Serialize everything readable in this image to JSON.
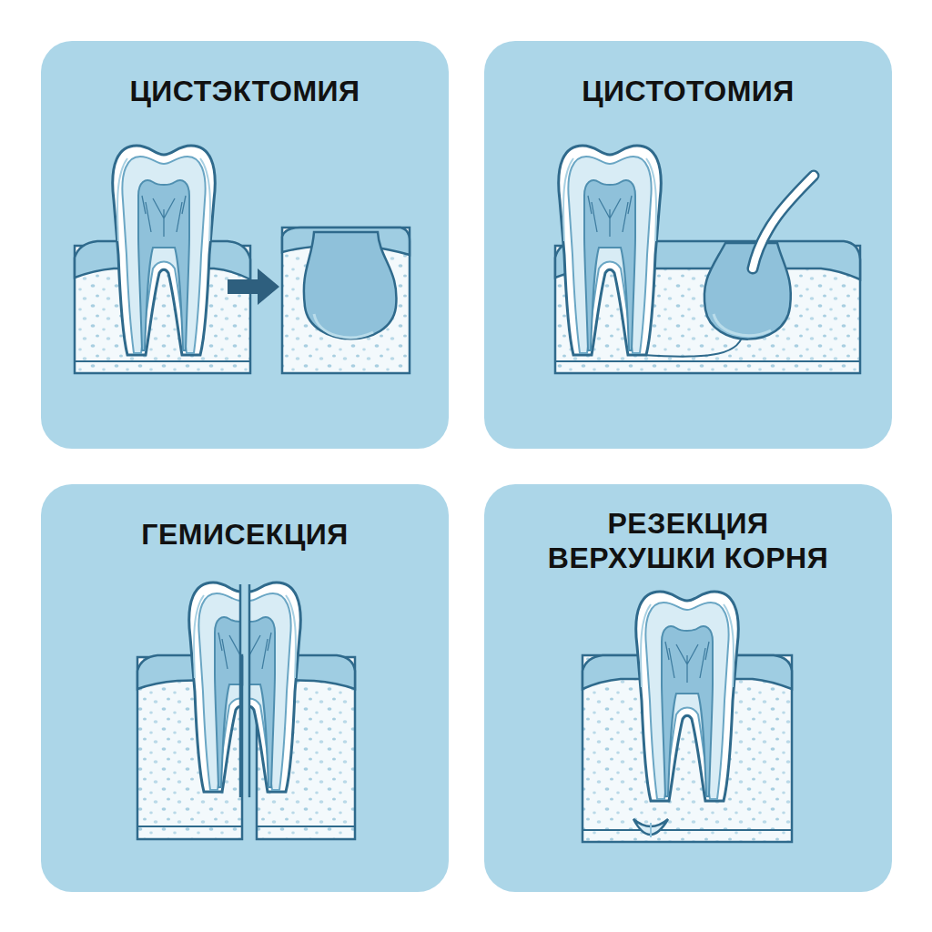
{
  "diagram": {
    "nodes": [
      {
        "text": [
          "ЦИСТЭКТОМИЯ"
        ]
      },
      {
        "text": [
          "ЦИСТОТОМИЯ"
        ]
      },
      {
        "text": [
          "ГЕМИСЕКЦИЯ"
        ]
      },
      {
        "text": [
          "РЕЗЕКЦИЯ ВЕРХУШКИ КОРНЯ"
        ]
      }
    ]
  }
}
